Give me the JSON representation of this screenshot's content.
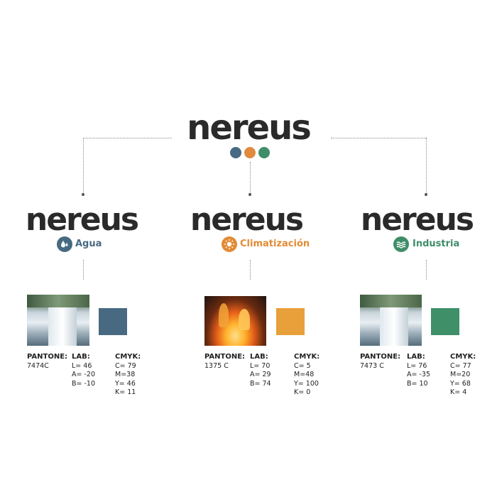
{
  "brand": {
    "main_logo": "nereus",
    "dot_colors": [
      "#476a82",
      "#e08a3e",
      "#3f8d69"
    ]
  },
  "columns": [
    {
      "logo": "nereus",
      "label": "Agua",
      "icon": "water-drops-icon",
      "color": "#476a82",
      "swatch": "#476a82",
      "photo": "waterfall",
      "pantone": {
        "header": "PANTONE:",
        "value": "7474C"
      },
      "lab": {
        "header": "LAB:",
        "values": [
          "L= 46",
          "A= -20",
          "B= -10"
        ]
      },
      "cmyk": {
        "header": "CMYK:",
        "values": [
          "C= 79",
          "M=38",
          "Y= 46",
          "K= 11"
        ]
      }
    },
    {
      "logo": "nereus",
      "label": "Climatización",
      "icon": "sun-icon",
      "color": "#e28b34",
      "swatch": "#e8a03a",
      "photo": "fire",
      "pantone": {
        "header": "PANTONE:",
        "value": "1375 C"
      },
      "lab": {
        "header": "LAB:",
        "values": [
          "L= 70",
          "A= 29",
          "B= 74"
        ]
      },
      "cmyk": {
        "header": "CMYK:",
        "values": [
          "C= 5",
          "M=48",
          "Y= 100",
          "K= 0"
        ]
      }
    },
    {
      "logo": "nereus",
      "label": "Industria",
      "icon": "waves-icon",
      "color": "#3f8d69",
      "swatch": "#3f9068",
      "photo": "waterfall",
      "pantone": {
        "header": "PANTONE:",
        "value": "7473 C"
      },
      "lab": {
        "header": "LAB:",
        "values": [
          "L= 76",
          "A= -35",
          "B= 10"
        ]
      },
      "cmyk": {
        "header": "CMYK:",
        "values": [
          "C= 77",
          "M=20",
          "Y= 68",
          "K= 4"
        ]
      }
    }
  ]
}
